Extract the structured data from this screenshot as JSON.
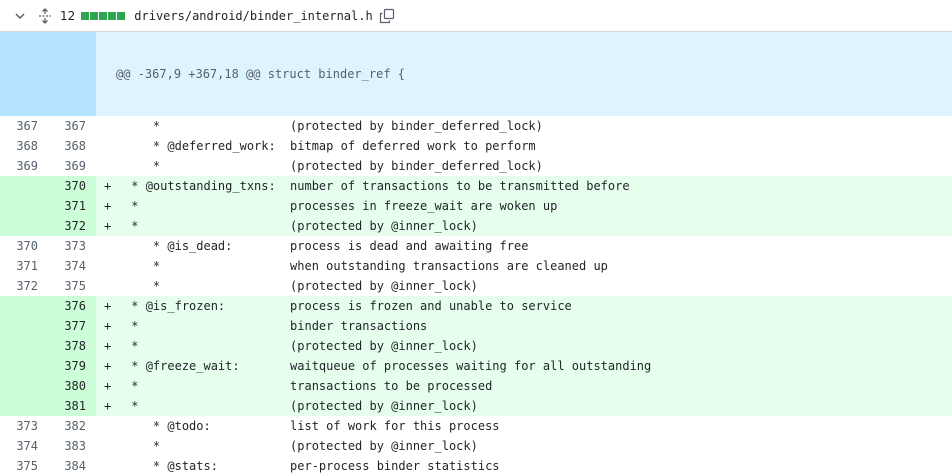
{
  "file": {
    "changes_count": "12",
    "path": "drivers/android/binder_internal.h",
    "icons": {
      "toggle": "chevron-down-icon",
      "expand": "unfold-icon",
      "copy": "copy-icon"
    },
    "colors": {
      "added_block": "#2da44e",
      "added_line_bg": "#e6ffec",
      "added_num_bg": "#ccffd8",
      "hunk_bg": "#ddf4ff",
      "hunk_expander_bg": "#b6e3ff"
    }
  },
  "hunk": {
    "header": "@@ -367,9 +367,18 @@ struct binder_ref {"
  },
  "lines": [
    {
      "old": "367",
      "new": "367",
      "type": "context",
      "marker": "",
      "tag": "    *",
      "desc": "(protected by binder_deferred_lock)"
    },
    {
      "old": "368",
      "new": "368",
      "type": "context",
      "marker": "",
      "tag": "    * @deferred_work:",
      "desc": "bitmap of deferred work to perform"
    },
    {
      "old": "369",
      "new": "369",
      "type": "context",
      "marker": "",
      "tag": "    *",
      "desc": "(protected by binder_deferred_lock)"
    },
    {
      "old": "",
      "new": "370",
      "type": "add",
      "marker": "+",
      "tag": " * @outstanding_txns:",
      "desc": "number of transactions to be transmitted before"
    },
    {
      "old": "",
      "new": "371",
      "type": "add",
      "marker": "+",
      "tag": " *",
      "desc": "processes in freeze_wait are woken up"
    },
    {
      "old": "",
      "new": "372",
      "type": "add",
      "marker": "+",
      "tag": " *",
      "desc": "(protected by @inner_lock)"
    },
    {
      "old": "370",
      "new": "373",
      "type": "context",
      "marker": "",
      "tag": "    * @is_dead:",
      "desc": "process is dead and awaiting free"
    },
    {
      "old": "371",
      "new": "374",
      "type": "context",
      "marker": "",
      "tag": "    *",
      "desc": "when outstanding transactions are cleaned up"
    },
    {
      "old": "372",
      "new": "375",
      "type": "context",
      "marker": "",
      "tag": "    *",
      "desc": "(protected by @inner_lock)"
    },
    {
      "old": "",
      "new": "376",
      "type": "add",
      "marker": "+",
      "tag": " * @is_frozen:",
      "desc": "process is frozen and unable to service"
    },
    {
      "old": "",
      "new": "377",
      "type": "add",
      "marker": "+",
      "tag": " *",
      "desc": "binder transactions"
    },
    {
      "old": "",
      "new": "378",
      "type": "add",
      "marker": "+",
      "tag": " *",
      "desc": "(protected by @inner_lock)"
    },
    {
      "old": "",
      "new": "379",
      "type": "add",
      "marker": "+",
      "tag": " * @freeze_wait:",
      "desc": "waitqueue of processes waiting for all outstanding"
    },
    {
      "old": "",
      "new": "380",
      "type": "add",
      "marker": "+",
      "tag": " *",
      "desc": "transactions to be processed"
    },
    {
      "old": "",
      "new": "381",
      "type": "add",
      "marker": "+",
      "tag": " *",
      "desc": "(protected by @inner_lock)"
    },
    {
      "old": "373",
      "new": "382",
      "type": "context",
      "marker": "",
      "tag": "    * @todo:",
      "desc": "list of work for this process"
    },
    {
      "old": "374",
      "new": "383",
      "type": "context",
      "marker": "",
      "tag": "    *",
      "desc": "(protected by @inner_lock)"
    },
    {
      "old": "375",
      "new": "384",
      "type": "context",
      "marker": "",
      "tag": "    * @stats:",
      "desc": "per-process binder statistics"
    }
  ]
}
